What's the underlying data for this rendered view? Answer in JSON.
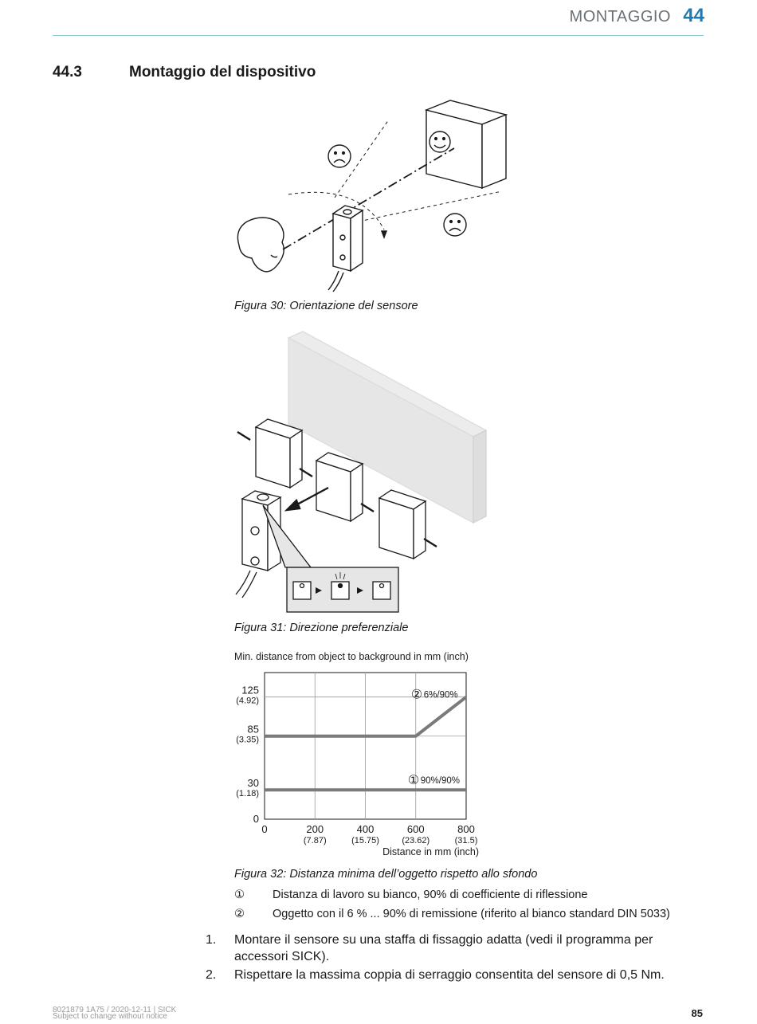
{
  "header": {
    "section_label": "MONTAGGIO",
    "chapter_number": "44"
  },
  "section": {
    "number": "44.3",
    "title": "Montaggio del dispositivo"
  },
  "figures": [
    {
      "caption": "Figura 30: Orientazione del sensore"
    },
    {
      "caption": "Figura 31: Direzione preferenziale"
    },
    {
      "caption": "Figura 32: Distanza minima dell’oggetto rispetto allo sfondo"
    }
  ],
  "chart_data": {
    "type": "line",
    "title": "Min. distance from object to background in mm (inch)",
    "xlabel": "Distance in mm (inch)",
    "xlim": [
      0,
      800
    ],
    "ylim": [
      0,
      150
    ],
    "grid": true,
    "x_ticks": [
      {
        "value": 0,
        "label": "0",
        "sub": ""
      },
      {
        "value": 200,
        "label": "200",
        "sub": "(7.87)"
      },
      {
        "value": 400,
        "label": "400",
        "sub": "(15.75)"
      },
      {
        "value": 600,
        "label": "600",
        "sub": "(23.62)"
      },
      {
        "value": 800,
        "label": "800",
        "sub": "(31.5)"
      }
    ],
    "y_ticks": [
      {
        "value": 0,
        "label": "0",
        "sub": ""
      },
      {
        "value": 30,
        "label": "30",
        "sub": "(1.18)"
      },
      {
        "value": 85,
        "label": "85",
        "sub": "(3.35)"
      },
      {
        "value": 125,
        "label": "125",
        "sub": "(4.92)"
      }
    ],
    "series": [
      {
        "name": "90%/90%",
        "marker": "①",
        "x": [
          0,
          800
        ],
        "y": [
          30,
          30
        ]
      },
      {
        "name": "6%/90%",
        "marker": "②",
        "x": [
          0,
          600,
          800
        ],
        "y": [
          85,
          85,
          125
        ]
      }
    ],
    "colors": {
      "line": "#7a7a7a",
      "grid": "#9a9a9a"
    }
  },
  "legend": [
    {
      "symbol": "①",
      "text": "Distanza di lavoro su bianco, 90% di coefficiente di riflessione"
    },
    {
      "symbol": "②",
      "text": "Oggetto con il 6 % ... 90% di remissione (riferito al bianco standard DIN 5033)"
    }
  ],
  "steps": [
    {
      "n": "1.",
      "text": "Montare il sensore su una staffa di fissaggio adatta (vedi il programma per accessori SICK)."
    },
    {
      "n": "2.",
      "text": "Rispettare la massima coppia di serraggio consentita del sensore di 0,5 Nm."
    }
  ],
  "footer": {
    "doc_ref": "8021879 1A75 / 2020-12-11 | SICK",
    "notice": "Subject to change without notice",
    "page_number": "85"
  }
}
